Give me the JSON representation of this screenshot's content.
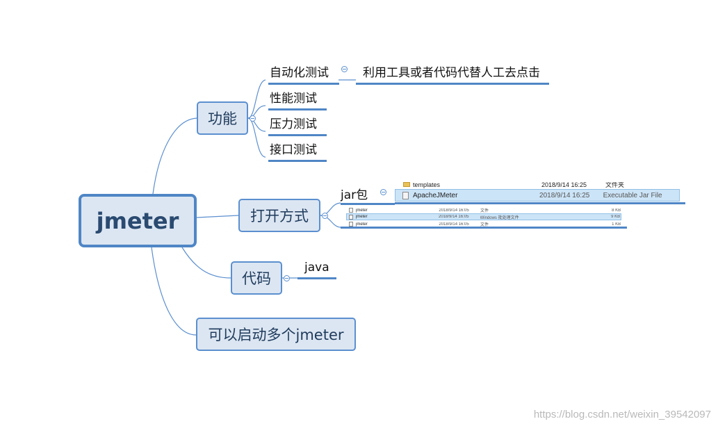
{
  "root": {
    "label": "jmeter"
  },
  "branches": {
    "gongneng": {
      "label": "功能",
      "children": {
        "auto": {
          "label": "自动化测试",
          "note": "利用工具或者代码代替人工去点击"
        },
        "perf": {
          "label": "性能测试"
        },
        "stress": {
          "label": "压力测试"
        },
        "api": {
          "label": "接口测试"
        }
      }
    },
    "open": {
      "label": "打开方式",
      "jar": {
        "label": "jar包"
      },
      "jar_file": {
        "rows": [
          {
            "name": "templates",
            "date": "2018/9/14 16:25",
            "type": "文件夹"
          },
          {
            "name": "ApacheJMeter",
            "date": "2018/9/14 16:25",
            "type": "Executable Jar File"
          }
        ]
      },
      "bat_file": {
        "rows": [
          {
            "name": "jmeter",
            "date": "2018/9/14 16:05",
            "type": "文件",
            "size": "8 KB"
          },
          {
            "name": "jmeter",
            "date": "2018/9/14 16:05",
            "type": "Windows 批处理文件",
            "size": "9 KB"
          },
          {
            "name": "jmeter",
            "date": "2018/9/14 16:05",
            "type": "文件",
            "size": "1 KB"
          }
        ]
      }
    },
    "code": {
      "label": "代码",
      "child": {
        "label": "java"
      }
    },
    "multi": {
      "label": "可以启动多个jmeter"
    }
  },
  "watermark": "https://blog.csdn.net/weixin_39542097",
  "colors": {
    "node_fill": "#dce6f2",
    "node_border": "#5b8fcf",
    "line": "#4f86c6"
  }
}
